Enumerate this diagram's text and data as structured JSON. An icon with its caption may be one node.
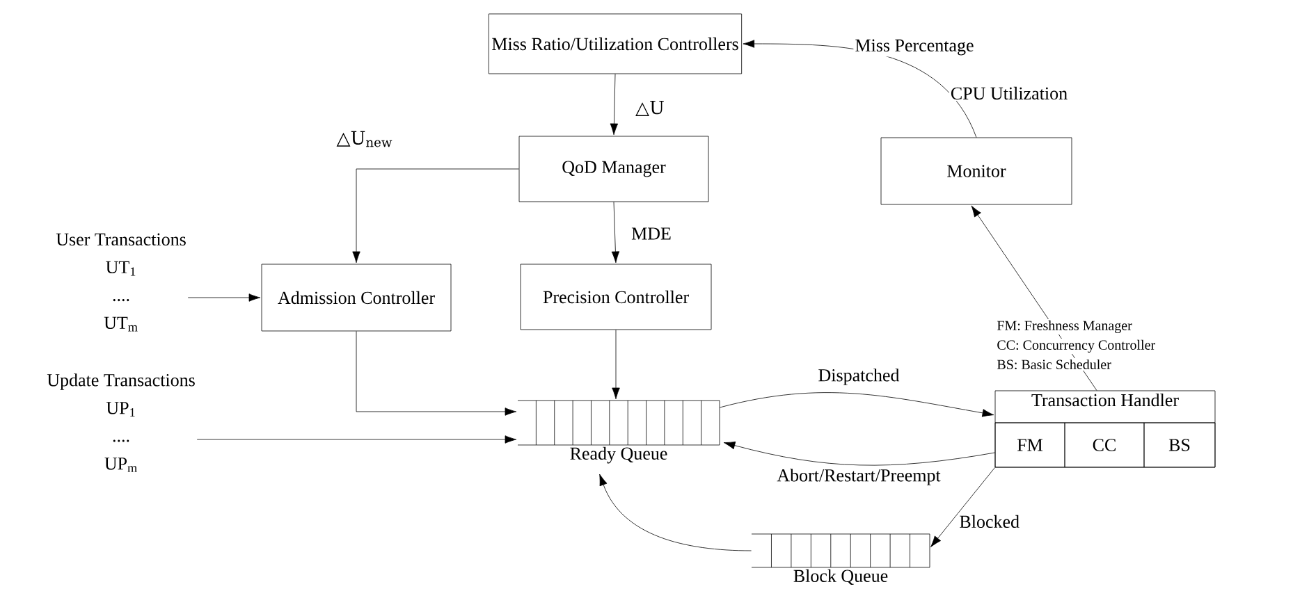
{
  "diagram": {
    "nodes": [
      {
        "text": [
          "Miss Ratio/Utilization Controllers"
        ]
      },
      {
        "text": [
          "QoD Manager"
        ]
      },
      {
        "text": [
          "Monitor"
        ]
      },
      {
        "text": [
          "Admission Controller"
        ]
      },
      {
        "text": [
          "Precision Controller"
        ]
      },
      {
        "text": [
          "User Transactions",
          "UT$_{1}$",
          "....",
          "UT$_{m}$"
        ]
      },
      {
        "text": [
          "Update Transactions",
          "UP$_{1}$",
          "....",
          "UP$_{m}$"
        ]
      },
      {
        "text": [
          "Ready Queue"
        ]
      },
      {
        "text": [
          "Transaction Handler"
        ]
      },
      {
        "text": [
          "FM"
        ],
        "in": 8
      },
      {
        "text": [
          "CC"
        ],
        "in": 8
      },
      {
        "text": [
          "BS"
        ],
        "in": 8
      },
      {
        "text": [
          "Block Queue"
        ]
      }
    ],
    "edges": [
      {
        "from": 0,
        "to": 1,
        "arrow": "to",
        "label": "△U"
      },
      {
        "from": 1,
        "to": 3,
        "arrow": "to",
        "label": "△U$_{new}$"
      },
      {
        "from": 1,
        "to": 4,
        "arrow": "to",
        "label": "MDE"
      },
      {
        "from": 5,
        "to": 3,
        "arrow": "to"
      },
      {
        "from": 3,
        "to": 7,
        "arrow": "to"
      },
      {
        "from": 4,
        "to": 7,
        "arrow": "to"
      },
      {
        "from": 6,
        "to": 7,
        "arrow": "to"
      },
      {
        "from": 7,
        "to": 8,
        "arrow": "to",
        "label": "Dispatched"
      },
      {
        "from": 8,
        "to": 7,
        "arrow": "to",
        "label": "Abort/Restart/Preempt"
      },
      {
        "from": 8,
        "to": 12,
        "arrow": "to",
        "label": "Blocked"
      },
      {
        "from": 12,
        "to": 7,
        "arrow": "to"
      },
      {
        "from": 8,
        "to": 2,
        "arrow": "to"
      },
      {
        "from": 2,
        "to": 0,
        "arrow": "to",
        "label": "Miss Percentage"
      }
    ],
    "labels": [
      "CPU Utilization",
      "FM: Freshness Manager",
      "CC: Concurrency Controller",
      "BS: Basic Scheduler"
    ]
  }
}
